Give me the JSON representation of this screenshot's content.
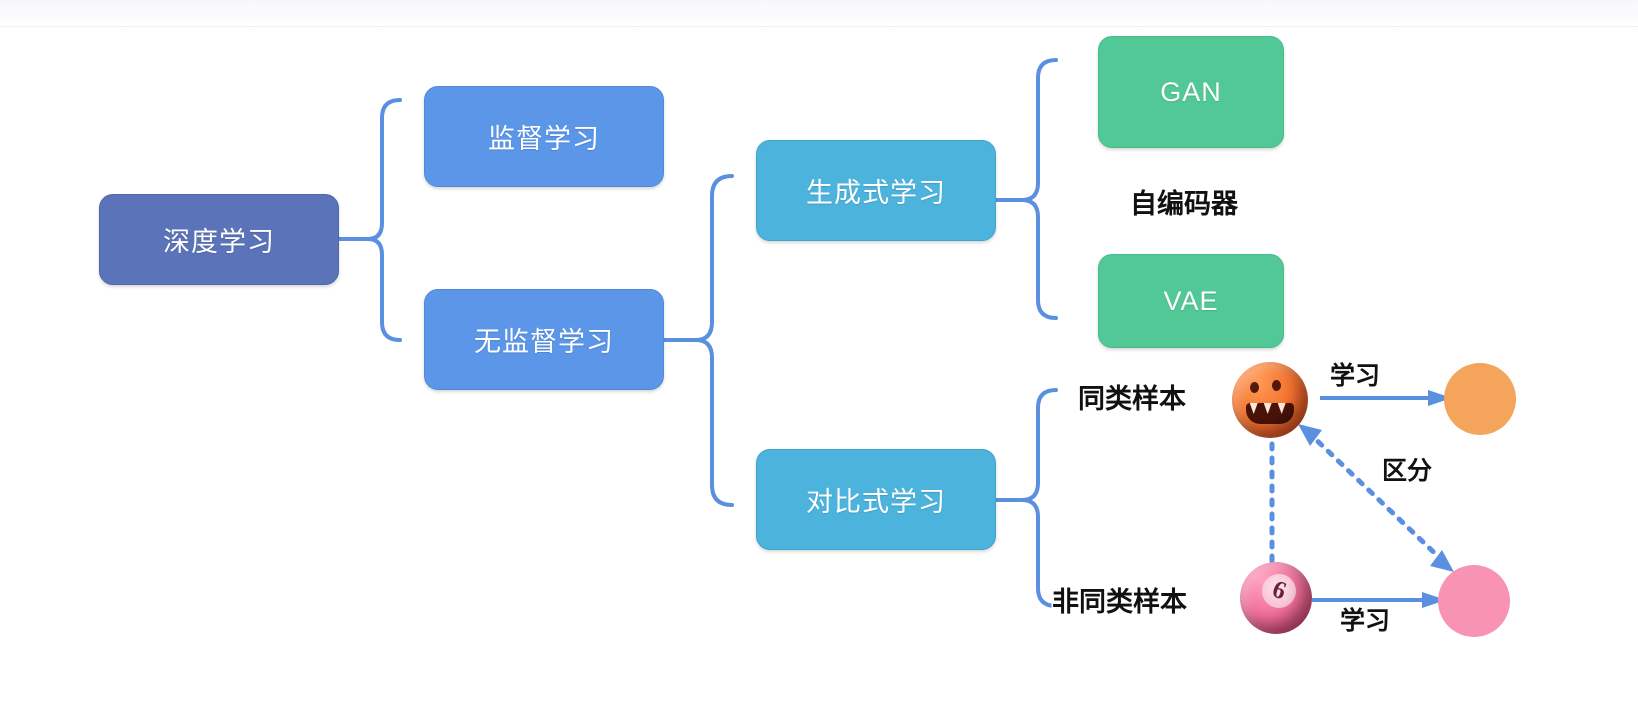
{
  "diagram": {
    "title_text": "",
    "colors": {
      "root_box": "#5b73b8",
      "level1_box": "#5b96e8",
      "level2_box": "#4cb3dd",
      "leaf_box": "#51c895",
      "connector": "#5b8fe0",
      "arrow": "#5b8fe0",
      "orange_circle": "#f5a45c",
      "pink_circle": "#f893b4",
      "label_text": "#111111"
    },
    "nodes": {
      "root": {
        "label": "深度学习"
      },
      "level1": [
        {
          "label": "监督学习"
        },
        {
          "label": "无监督学习"
        }
      ],
      "level2": [
        {
          "label": "生成式学习"
        },
        {
          "label": "对比式学习"
        }
      ],
      "generative_children": [
        {
          "label": "GAN",
          "style": "green-box"
        },
        {
          "label": "自编码器",
          "style": "plain-text"
        },
        {
          "label": "VAE",
          "style": "green-box"
        }
      ],
      "contrastive_children": [
        {
          "label": "同类样本",
          "style": "plain-text"
        },
        {
          "label": "非同类样本",
          "style": "plain-text"
        }
      ]
    },
    "contrastive_detail": {
      "positive_ball": {
        "icon": "pumpkin-ball-icon",
        "value": ""
      },
      "negative_ball": {
        "icon": "billiard-ball-icon",
        "value": "6"
      },
      "positive_target": {
        "icon": "orange-circle-icon"
      },
      "negative_target": {
        "icon": "pink-circle-icon"
      },
      "edges": [
        {
          "label": "学习",
          "from": "positive_ball",
          "to": "positive_target",
          "style": "solid-arrow"
        },
        {
          "label": "学习",
          "from": "negative_ball",
          "to": "negative_target",
          "style": "solid-arrow"
        },
        {
          "label": "区分",
          "from": "positive_ball",
          "to": "negative_target",
          "style": "dotted-double-arrow"
        },
        {
          "label": "",
          "from": "positive_ball",
          "to": "negative_ball",
          "style": "dotted-line"
        }
      ]
    }
  }
}
